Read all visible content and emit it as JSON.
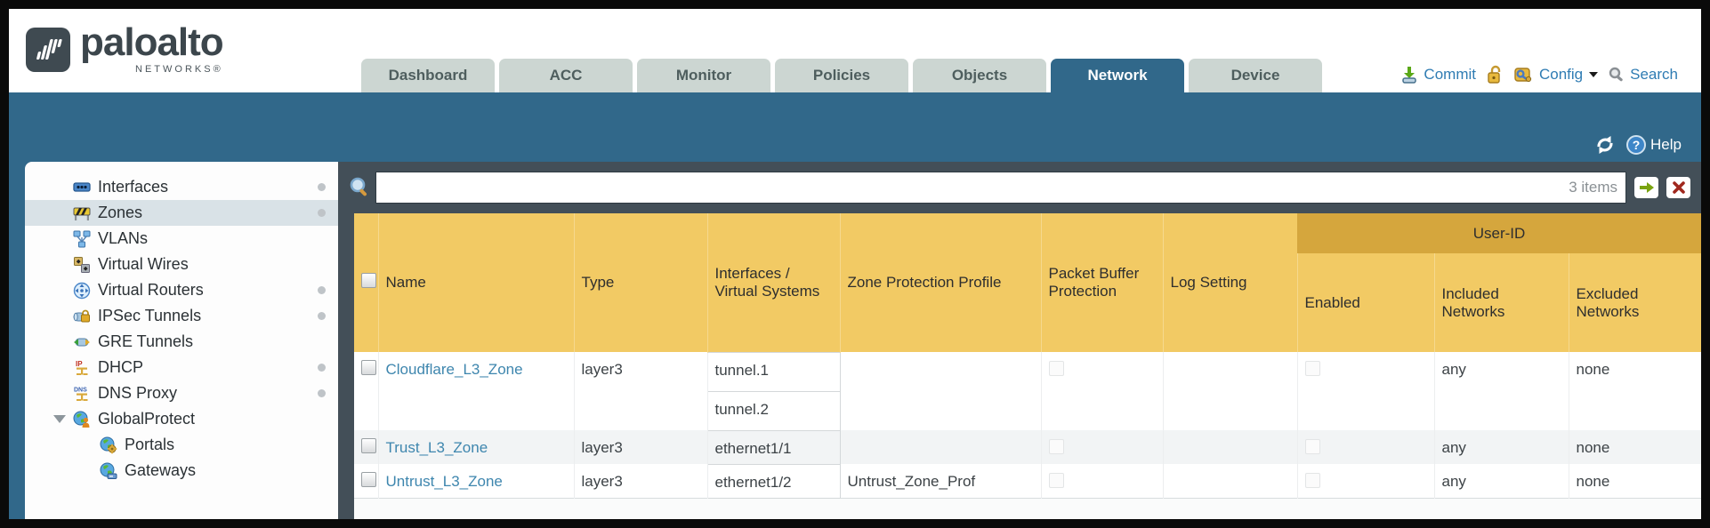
{
  "colors": {
    "teal": "#31688a",
    "slate": "#434f58",
    "tab_bg": "#ccd6d2",
    "header_gold": "#f2ca64",
    "group_gold": "#d5a63d",
    "link_blue": "#3e86ae",
    "util_blue": "#2f7cb3",
    "selected_item_bg": "#d9e2e7"
  },
  "header": {
    "logo": {
      "brand": "paloalto",
      "sub": "NETWORKS®",
      "icon": "paloalto-logo-icon"
    },
    "tabs": [
      {
        "label": "Dashboard",
        "active": false
      },
      {
        "label": "ACC",
        "active": false
      },
      {
        "label": "Monitor",
        "active": false
      },
      {
        "label": "Policies",
        "active": false
      },
      {
        "label": "Objects",
        "active": false
      },
      {
        "label": "Network",
        "active": true
      },
      {
        "label": "Device",
        "active": false
      }
    ],
    "utilities": {
      "commit_label": "Commit",
      "commit_icon": "commit-icon",
      "lock_icon": "lock-icon",
      "config_label": "Config",
      "config_icon": "config-icon",
      "config_caret": "caret-down-icon",
      "search_label": "Search",
      "search_icon": "search-icon"
    }
  },
  "toolbar": {
    "refresh_icon": "refresh-icon",
    "help_icon": "help-icon",
    "help_label": "Help"
  },
  "sidebar": {
    "items": [
      {
        "label": "Interfaces",
        "icon": "interfaces-icon",
        "dot": true,
        "selected": false,
        "child": false,
        "expander": false
      },
      {
        "label": "Zones",
        "icon": "zones-icon",
        "dot": true,
        "selected": true,
        "child": false,
        "expander": false
      },
      {
        "label": "VLANs",
        "icon": "vlans-icon",
        "dot": false,
        "selected": false,
        "child": false,
        "expander": false
      },
      {
        "label": "Virtual Wires",
        "icon": "virtual-wires-icon",
        "dot": false,
        "selected": false,
        "child": false,
        "expander": false
      },
      {
        "label": "Virtual Routers",
        "icon": "virtual-routers-icon",
        "dot": true,
        "selected": false,
        "child": false,
        "expander": false
      },
      {
        "label": "IPSec Tunnels",
        "icon": "ipsec-tunnels-icon",
        "dot": true,
        "selected": false,
        "child": false,
        "expander": false
      },
      {
        "label": "GRE Tunnels",
        "icon": "gre-tunnels-icon",
        "dot": false,
        "selected": false,
        "child": false,
        "expander": false
      },
      {
        "label": "DHCP",
        "icon": "dhcp-icon",
        "dot": true,
        "selected": false,
        "child": false,
        "expander": false
      },
      {
        "label": "DNS Proxy",
        "icon": "dns-proxy-icon",
        "dot": true,
        "selected": false,
        "child": false,
        "expander": false
      },
      {
        "label": "GlobalProtect",
        "icon": "globalprotect-icon",
        "dot": false,
        "selected": false,
        "child": false,
        "expander": true
      },
      {
        "label": "Portals",
        "icon": "portals-icon",
        "dot": false,
        "selected": false,
        "child": true,
        "expander": false
      },
      {
        "label": "Gateways",
        "icon": "gateways-icon",
        "dot": false,
        "selected": false,
        "child": true,
        "expander": false
      }
    ]
  },
  "filter": {
    "magnifier_icon": "filter-magnifier-icon",
    "input_value": "",
    "count_label": "3 items",
    "apply_icon": "green-arrow-icon",
    "clear_icon": "red-x-icon"
  },
  "table": {
    "columns": [
      "Name",
      "Type",
      "Interfaces / Virtual Systems",
      "Zone Protection Profile",
      "Packet Buffer Protection",
      "Log Setting"
    ],
    "group_header": "User-ID",
    "group_columns": [
      "Enabled",
      "Included Networks",
      "Excluded Networks"
    ],
    "rows": [
      {
        "name": "Cloudflare_L3_Zone",
        "type": "layer3",
        "interfaces": [
          "tunnel.1",
          "tunnel.2"
        ],
        "zone_protection_profile": "",
        "packet_buffer_protection": false,
        "log_setting": "",
        "enabled": false,
        "included_networks": "any",
        "excluded_networks": "none"
      },
      {
        "name": "Trust_L3_Zone",
        "type": "layer3",
        "interfaces": [
          "ethernet1/1"
        ],
        "zone_protection_profile": "",
        "packet_buffer_protection": false,
        "log_setting": "",
        "enabled": false,
        "included_networks": "any",
        "excluded_networks": "none"
      },
      {
        "name": "Untrust_L3_Zone",
        "type": "layer3",
        "interfaces": [
          "ethernet1/2"
        ],
        "zone_protection_profile": "Untrust_Zone_Prof",
        "packet_buffer_protection": false,
        "log_setting": "",
        "enabled": false,
        "included_networks": "any",
        "excluded_networks": "none"
      }
    ]
  }
}
